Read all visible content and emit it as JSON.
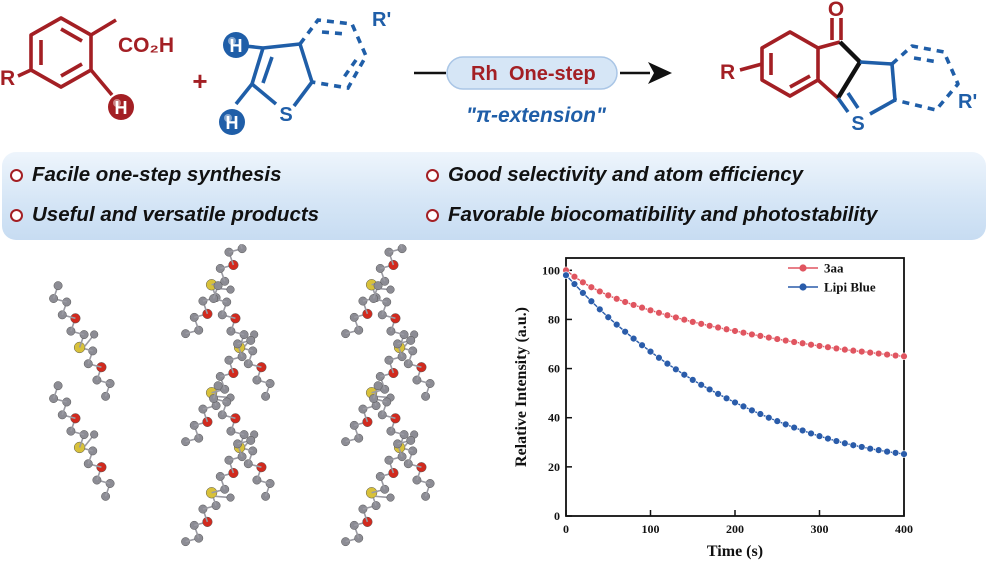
{
  "scheme": {
    "reactant1": {
      "acid": "CO₂H",
      "r_group": "R",
      "h_label": "H",
      "color": "#a31f24"
    },
    "plus": "+",
    "reactant2": {
      "h_label": "H",
      "s_label": "S",
      "r_prime": "R'",
      "color": "#1f5ea8"
    },
    "arrow": {
      "catalyst": "Rh",
      "step": "One-step",
      "caption": "\"π-extension\""
    },
    "product": {
      "oxygen": "O",
      "r_group": "R",
      "s_label": "S",
      "r_prime": "R'"
    }
  },
  "features": [
    "Facile one-step synthesis",
    "Good selectivity and atom efficiency",
    "Useful and versatile products",
    "Favorable biocomatibility and photostability"
  ],
  "colors": {
    "red": "#a31f24",
    "blue": "#1f5ea8",
    "panel": "#d6e6f6",
    "sulfur": "#d8c13a",
    "oxygen": "#d22a1e",
    "carbon": "#8c8c94"
  },
  "chart_data": {
    "type": "scatter",
    "xlabel": "Time (s)",
    "ylabel": "Relative Intensity (a.u.)",
    "xlim": [
      0,
      400
    ],
    "ylim": [
      0,
      105
    ],
    "xticks": [
      0,
      100,
      200,
      300,
      400
    ],
    "yticks": [
      0,
      20,
      40,
      60,
      80,
      100
    ],
    "legend": "top-right",
    "series": [
      {
        "name": "3aa",
        "color": "#e05560",
        "x": [
          0,
          10,
          20,
          30,
          40,
          50,
          60,
          70,
          80,
          90,
          100,
          110,
          120,
          130,
          140,
          150,
          160,
          170,
          180,
          190,
          200,
          210,
          220,
          230,
          240,
          250,
          260,
          270,
          280,
          290,
          300,
          310,
          320,
          330,
          340,
          350,
          360,
          370,
          380,
          390,
          400
        ],
        "y": [
          100,
          97.4,
          95.1,
          93.1,
          91.4,
          89.8,
          88.4,
          87.1,
          85.9,
          84.8,
          83.7,
          82.7,
          81.7,
          80.8,
          79.9,
          79.0,
          78.2,
          77.4,
          76.7,
          76.0,
          75.3,
          74.6,
          73.9,
          73.3,
          72.6,
          72.0,
          71.4,
          70.8,
          70.3,
          69.7,
          69.2,
          68.7,
          68.2,
          67.7,
          67.3,
          66.9,
          66.5,
          66.1,
          65.7,
          65.3,
          65.0
        ]
      },
      {
        "name": "Lipi Blue",
        "color": "#2a5caa",
        "x": [
          0,
          10,
          20,
          30,
          40,
          50,
          60,
          70,
          80,
          90,
          100,
          110,
          120,
          130,
          140,
          150,
          160,
          170,
          180,
          190,
          200,
          210,
          220,
          230,
          240,
          250,
          260,
          270,
          280,
          290,
          300,
          310,
          320,
          330,
          340,
          350,
          360,
          370,
          380,
          390,
          400
        ],
        "y": [
          98,
          94.4,
          90.8,
          87.4,
          84.1,
          80.9,
          77.9,
          75.0,
          72.2,
          69.5,
          66.9,
          64.4,
          62.0,
          59.7,
          57.5,
          55.4,
          53.4,
          51.5,
          49.7,
          47.9,
          46.2,
          44.6,
          43.0,
          41.5,
          40.0,
          38.6,
          37.3,
          36.0,
          34.8,
          33.6,
          32.5,
          31.5,
          30.5,
          29.6,
          28.8,
          28.1,
          27.4,
          26.8,
          26.2,
          25.7,
          25.2
        ]
      }
    ]
  }
}
